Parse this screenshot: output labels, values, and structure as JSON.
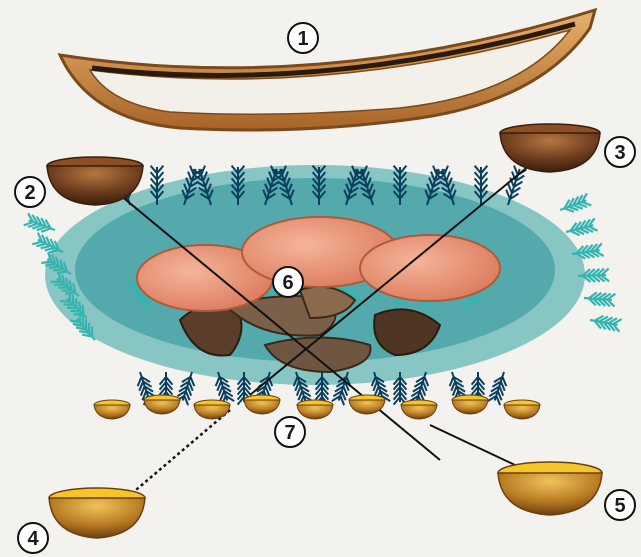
{
  "diagram": {
    "callouts": [
      {
        "id": "boat",
        "label": "1"
      },
      {
        "id": "bowl-left",
        "label": "2"
      },
      {
        "id": "bowl-right",
        "label": "3"
      },
      {
        "id": "bowl-bottom-left",
        "label": "4"
      },
      {
        "id": "bowl-bottom-right",
        "label": "5"
      },
      {
        "id": "food-center",
        "label": "6"
      },
      {
        "id": "lamps-row",
        "label": "7"
      }
    ],
    "colors": {
      "boat_hull": "#c98a3e",
      "bowl_dark": "#6b3b1d",
      "bowl_light": "#e5b44c",
      "foliage": "#2fa3a3",
      "foliage_dark": "#0b3f5e",
      "food_slices": "#e69a7c",
      "food_brown": "#6e5640",
      "oil_yellow": "#f4c62a"
    },
    "icons": [
      "boat-icon",
      "bowl-icon",
      "lamp-icon",
      "leaf-icon",
      "fish-slice-icon"
    ]
  }
}
